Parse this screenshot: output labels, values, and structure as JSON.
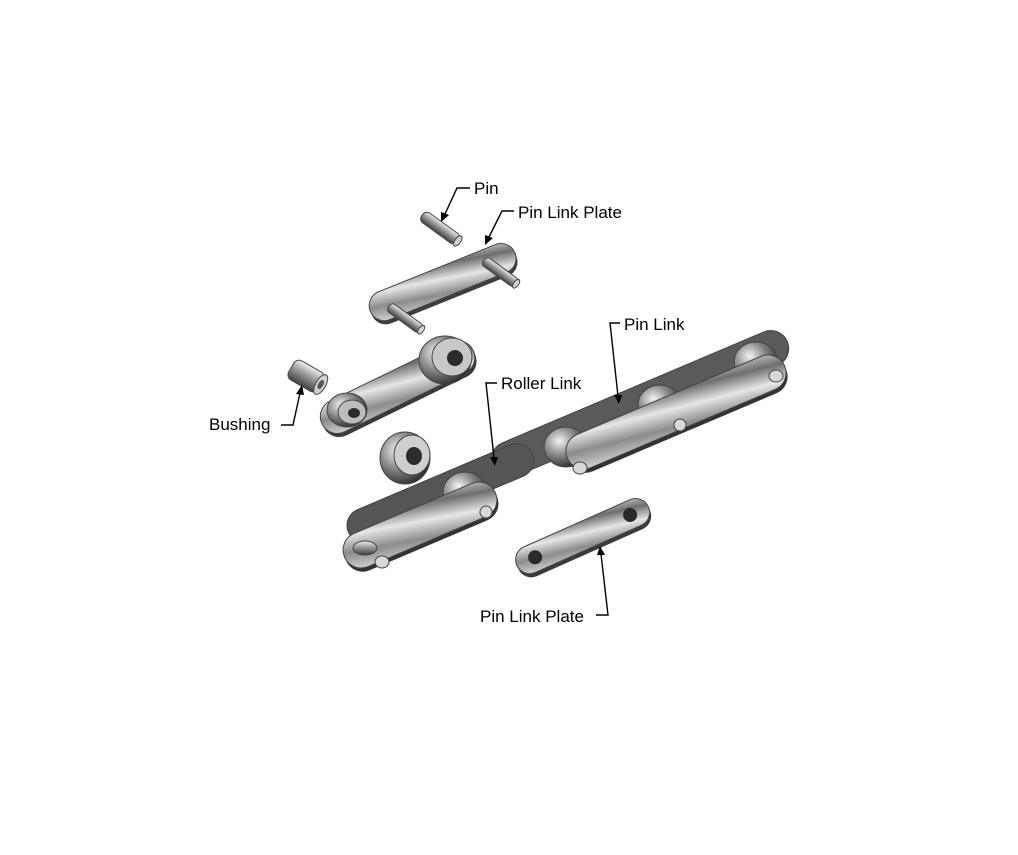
{
  "labels": {
    "pin": "Pin",
    "pin_link_plate_top": "Pin Link Plate",
    "pin_link": "Pin Link",
    "roller_link": "Roller Link",
    "bushing": "Bushing",
    "pin_link_plate_bottom": "Pin Link Plate"
  },
  "colors": {
    "metal_light": "#eeeeee",
    "metal_mid": "#9a9a9a",
    "metal_dark": "#3c3c3c",
    "background": "#ffffff"
  }
}
